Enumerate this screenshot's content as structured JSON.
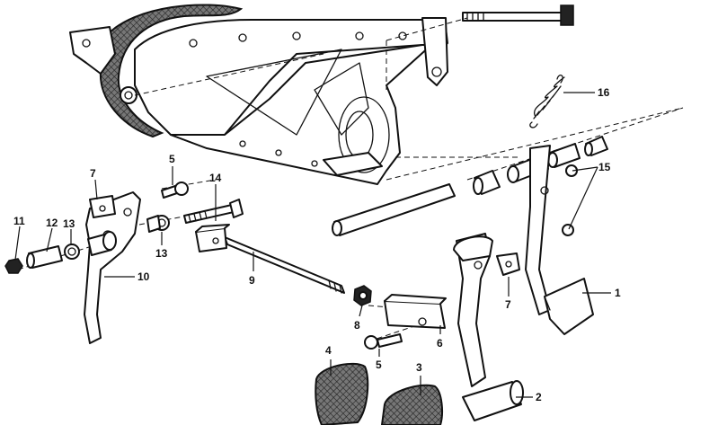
{
  "callouts": {
    "c1": "1",
    "c2": "2",
    "c3": "3",
    "c4": "4",
    "c5a": "5",
    "c5b": "5",
    "c6": "6",
    "c7a": "7",
    "c7b": "7",
    "c8": "8",
    "c9": "9",
    "c10": "10",
    "c11": "11",
    "c12": "12",
    "c13a": "13",
    "c13b": "13",
    "c14": "14",
    "c15": "15",
    "c16": "16"
  }
}
